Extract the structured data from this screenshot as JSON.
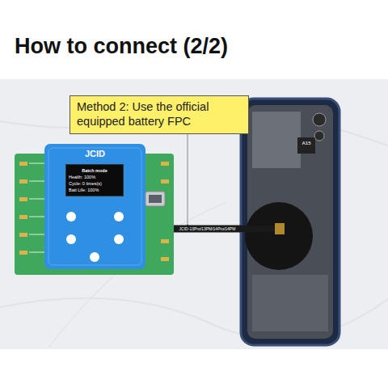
{
  "diagram": {
    "title": "How to connect (2/2)",
    "nodes": [
      {
        "text": [
          "Method 2: Use the official equipped battery FPC"
        ]
      },
      {
        "text": [
          "JCID"
        ]
      },
      {
        "text": [
          "Batch mode",
          "Health: 100%",
          "Cycle: 0 times(s)",
          "Batt Life: 100%"
        ],
        "in": 1
      },
      {
        "text": [
          "A15"
        ]
      }
    ],
    "edges": [
      {
        "from": 1,
        "to": 3,
        "label": "JCID-13Pro/13PM/14Pro/14PM",
        "arrow": "none"
      }
    ]
  }
}
